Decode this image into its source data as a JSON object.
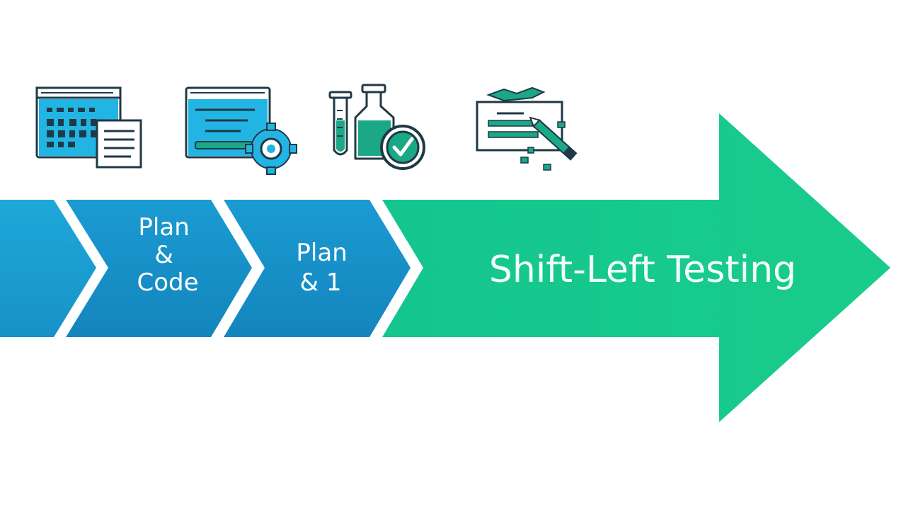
{
  "stages": [
    {
      "lines": []
    },
    {
      "lines": [
        "Plan",
        "&",
        "Code"
      ]
    },
    {
      "lines": [
        "Plan",
        "& 1"
      ]
    }
  ],
  "arrow": {
    "label": "Shift-Left Testing"
  },
  "icons": [
    {
      "name": "code-window-document-icon"
    },
    {
      "name": "code-window-gear-icon"
    },
    {
      "name": "lab-flask-check-icon"
    },
    {
      "name": "whiteboard-pen-icon"
    }
  ],
  "colors": {
    "stage_blue": "#1696cc",
    "stage_blue_light": "#1ea8da",
    "arrow_green": "#16c98d",
    "icon_dark": "#1f3947",
    "icon_cyan": "#22b5e3",
    "icon_teal": "#1aa886"
  }
}
